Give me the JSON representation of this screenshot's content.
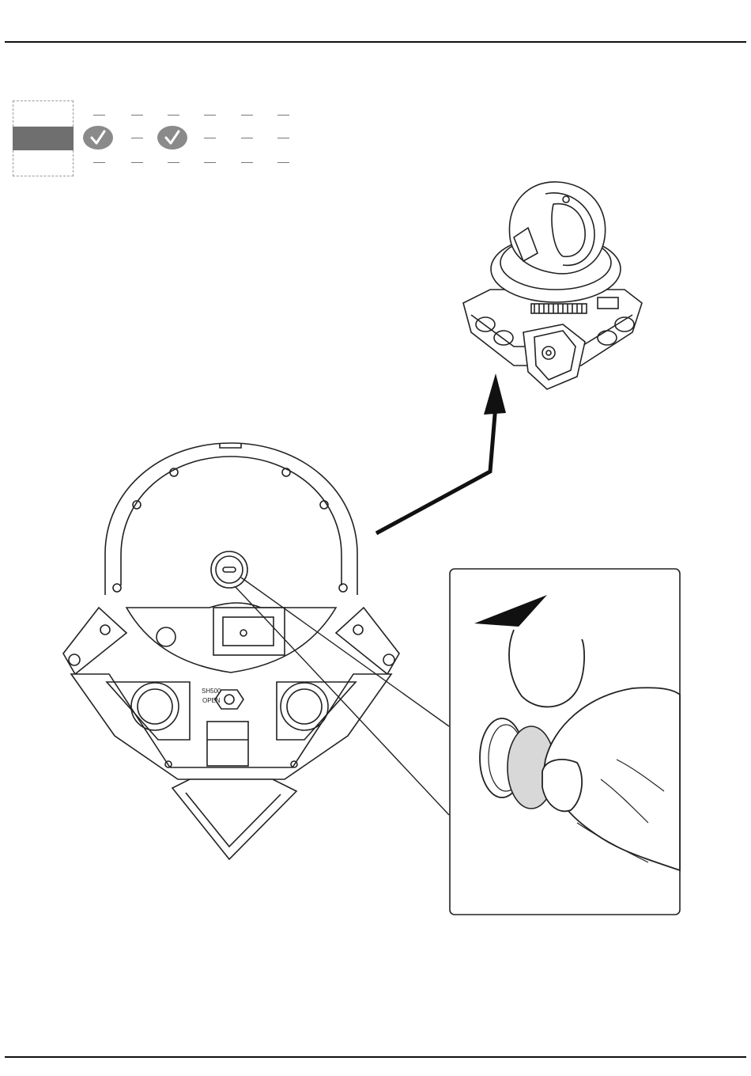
{
  "header": {},
  "step_indicator": {
    "rows": 3,
    "active_row": 2,
    "checked_steps": [
      1,
      2
    ],
    "colors": {
      "active": "#6f6f6f",
      "check": "#8a8a8a",
      "dash": "#777777"
    }
  },
  "illustration": {
    "bottom_view_label_1": "SH500",
    "bottom_view_label_2": "OPEN"
  },
  "icons": [
    "check-icon",
    "arrow-icon"
  ]
}
